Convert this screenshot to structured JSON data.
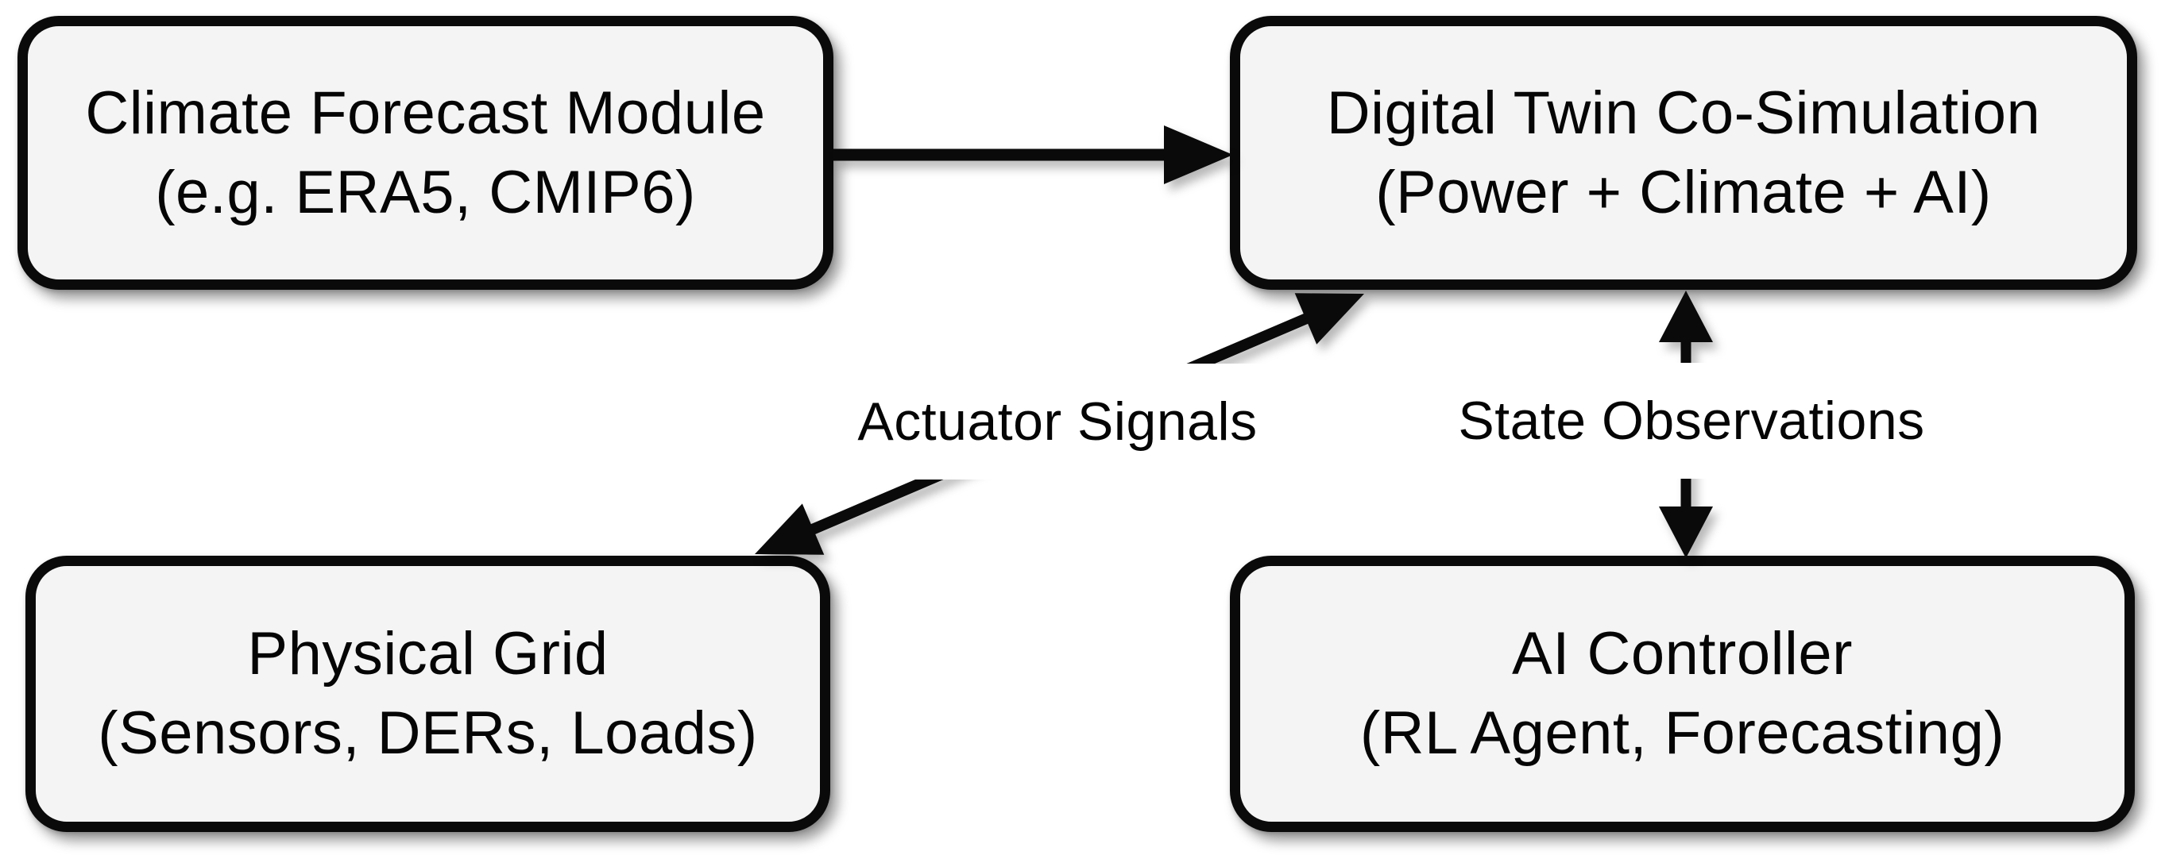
{
  "diagram": {
    "background_color": "#ffffff",
    "node_fill_color": "#f4f4f4",
    "node_border_color": "#0a0a0a",
    "text_color": "#050505",
    "nodes": [
      {
        "id": "climate-forecast-module",
        "line1": "Climate Forecast Module",
        "line2": "(e.g. ERA5, CMIP6)"
      },
      {
        "id": "digital-twin-co-simulation",
        "line1": "Digital Twin Co-Simulation",
        "line2": "(Power + Climate + AI)"
      },
      {
        "id": "physical-grid",
        "line1": "Physical Grid",
        "line2": "(Sensors, DERs, Loads)"
      },
      {
        "id": "ai-controller",
        "line1": "AI Controller",
        "line2": "(RL Agent, Forecasting)"
      }
    ],
    "edges": [
      {
        "id": "climate-to-twin",
        "from": "climate-forecast-module",
        "to": "digital-twin-co-simulation",
        "label": "",
        "direction": "one-way"
      },
      {
        "id": "actuator-signals",
        "from": "digital-twin-co-simulation",
        "to": "physical-grid",
        "label": "Actuator Signals",
        "direction": "two-way"
      },
      {
        "id": "state-observations",
        "from": "digital-twin-co-simulation",
        "to": "ai-controller",
        "label": "State Observations",
        "direction": "two-way"
      }
    ]
  }
}
